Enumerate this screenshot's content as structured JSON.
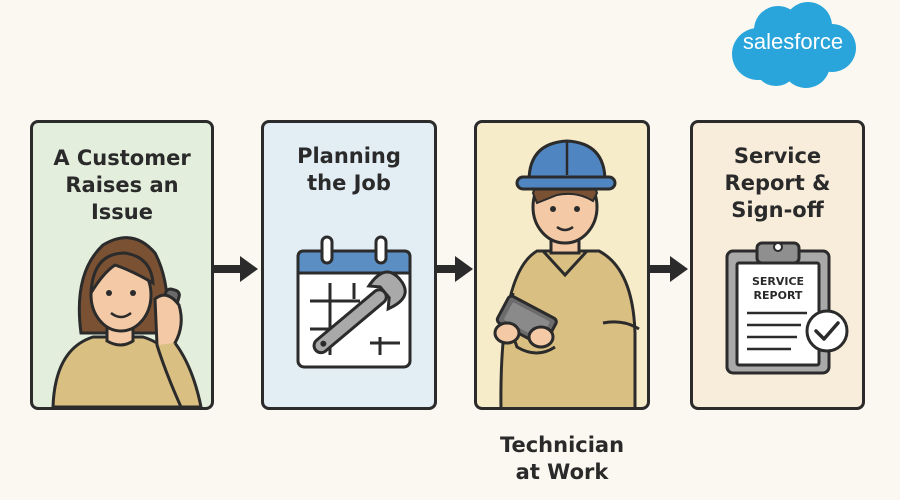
{
  "brand": {
    "logo_text": "salesforce",
    "logo_color": "#29a5dc"
  },
  "steps": [
    {
      "title": "A Customer\nRaises an\nIssue",
      "icon": "customer-on-phone",
      "bg": "#e3eedc"
    },
    {
      "title": "Planning\nthe Job",
      "icon": "calendar-wrench",
      "bg": "#e2edf4"
    },
    {
      "title": "",
      "icon": "technician-with-tablet",
      "bg": "#f7ecc9"
    },
    {
      "title": "Service\nReport &\nSign-off",
      "icon": "service-report-clipboard",
      "bg": "#f8eddb"
    }
  ],
  "technician_caption": "Technician\nat Work",
  "report_label": "SERVICE\nREPORT"
}
